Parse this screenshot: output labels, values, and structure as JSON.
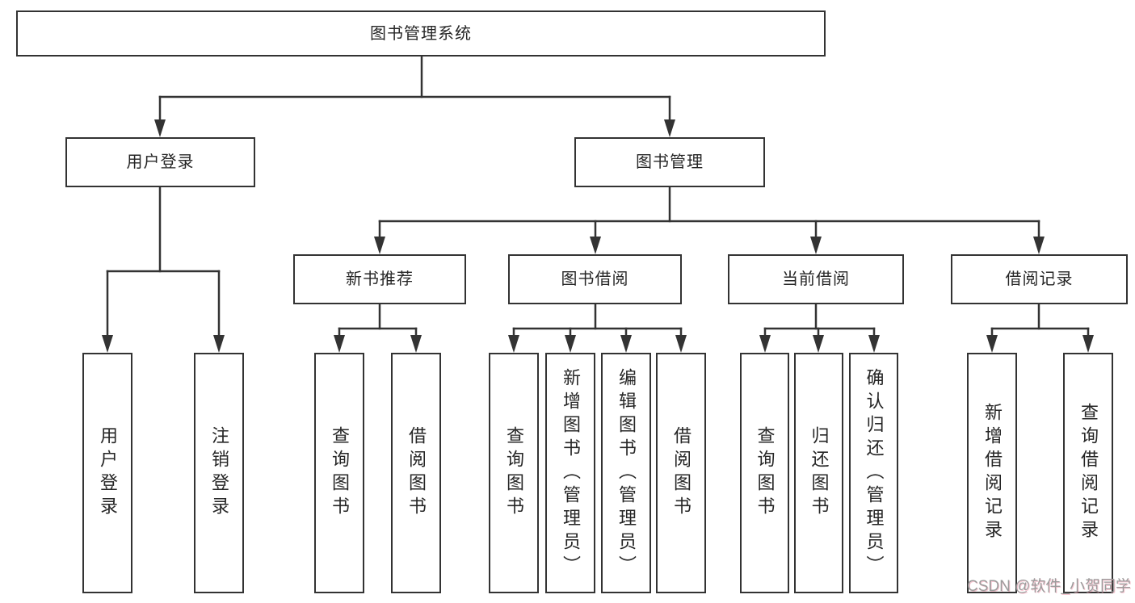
{
  "colors": {
    "line": "#333333",
    "box_border": "#333333",
    "box_fill": "#ffffff",
    "text": "#262626",
    "watermark_text": "#9c9c9c",
    "watermark_tint": "#e86282"
  },
  "tree": {
    "root": {
      "label": "图书管理系统"
    },
    "branches": {
      "user": {
        "label": "用户登录",
        "children": [
          {
            "label": "用户登录"
          },
          {
            "label": "注销登录"
          }
        ]
      },
      "books": {
        "label": "图书管理",
        "sections": [
          {
            "label": "新书推荐",
            "children": [
              {
                "label": "查询图书"
              },
              {
                "label": "借阅图书"
              }
            ]
          },
          {
            "label": "图书借阅",
            "children": [
              {
                "label": "查询图书"
              },
              {
                "label": "新增图书（管理员）"
              },
              {
                "label": "编辑图书（管理员）"
              },
              {
                "label": "借阅图书"
              }
            ]
          },
          {
            "label": "当前借阅",
            "children": [
              {
                "label": "查询图书"
              },
              {
                "label": "归还图书"
              },
              {
                "label": "确认归还（管理员）"
              }
            ]
          },
          {
            "label": "借阅记录",
            "children": [
              {
                "label": "新增借阅记录"
              },
              {
                "label": "查询借阅记录"
              }
            ]
          }
        ]
      }
    }
  },
  "watermark": {
    "text": "CSDN @软件_小贺同学"
  }
}
